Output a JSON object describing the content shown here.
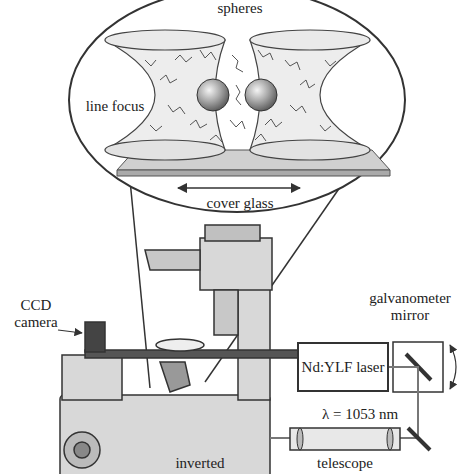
{
  "diagram": {
    "nodes": [
      {
        "text": [
          "Nd:YLF laser"
        ]
      }
    ],
    "labels": [
      "spheres",
      "line focus",
      "cover glass",
      "CCD camera",
      "galvanometer mirror",
      "λ = 1053 nm",
      "telescope",
      "inverted"
    ]
  }
}
